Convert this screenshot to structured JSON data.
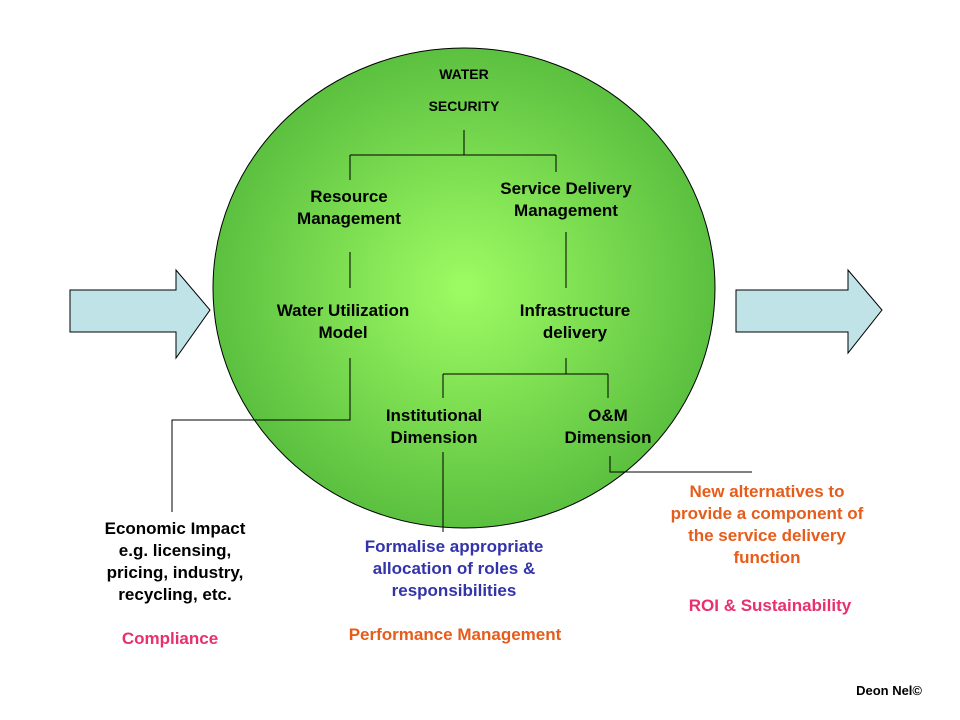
{
  "colors": {
    "circle_center": "#9efc63",
    "circle_edge": "#5cc040",
    "arrow_fill": "#bfe3e6",
    "blue_text": "#3333aa",
    "orange_text": "#e65c1a",
    "pink_text": "#e8306e"
  },
  "nodes": {
    "water_security": "WATER\nSECURITY",
    "resource_management": "Resource\nManagement",
    "service_delivery": "Service Delivery\nManagement",
    "water_utilization": "Water Utilization\nModel",
    "infrastructure": "Infrastructure\ndelivery",
    "institutional": "Institutional\nDimension",
    "om_dimension": "O&M\nDimension"
  },
  "outcomes": {
    "economic_impact": "Economic Impact\ne.g. licensing,\npricing, industry,\nrecycling, etc.",
    "compliance": "Compliance",
    "formalise": "Formalise appropriate\nallocation of roles &\nresponsibilities",
    "performance": "Performance Management",
    "new_alternatives": "New alternatives to\nprovide a component of\nthe service delivery\nfunction",
    "roi": "ROI & Sustainability"
  },
  "credit": "Deon Nel©"
}
